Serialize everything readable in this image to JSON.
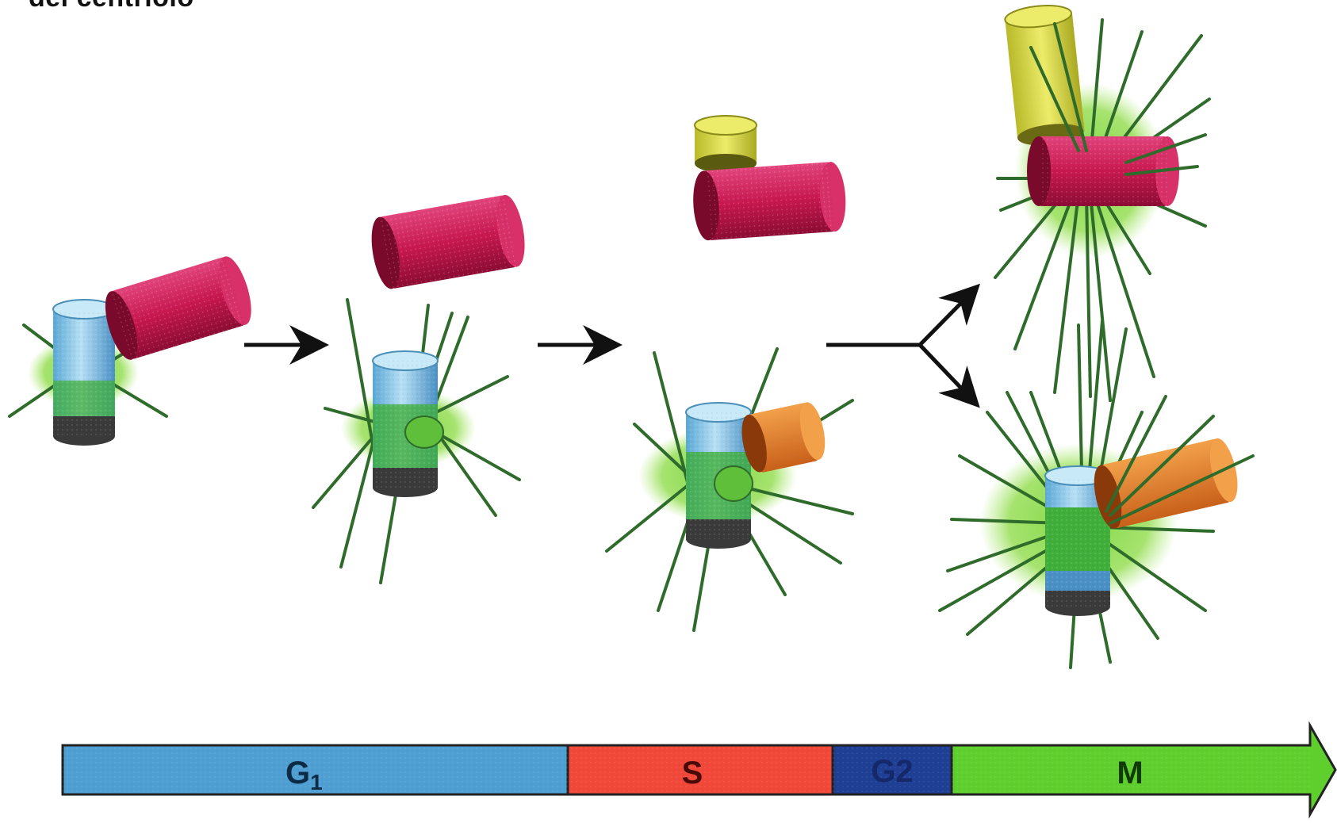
{
  "title": "del centriolo",
  "phases": [
    {
      "label": "G1",
      "main": "G",
      "sub": "1",
      "color": "#4f9fd2"
    },
    {
      "label": "S",
      "main": "S",
      "sub": "",
      "color": "#f1483a"
    },
    {
      "label": "G2",
      "main": "G2",
      "sub": "",
      "color": "#1f3f95"
    },
    {
      "label": "M",
      "main": "M",
      "sub": "",
      "color": "#5fcf2d"
    }
  ],
  "colors": {
    "mother_centriole": "#8fcae8",
    "mother_base": "#3a3a3a",
    "daughter_centriole": "#d21f5e",
    "procentriole_yellow": "#d8d83c",
    "procentriole_orange": "#e8842a",
    "pericentriolar_material": "#7ad43a",
    "microtubule": "#2f6b2a",
    "arrow": "#111111"
  },
  "icons": [
    "arrow-right-icon",
    "arrow-split-icon",
    "phase-arrow-icon"
  ]
}
